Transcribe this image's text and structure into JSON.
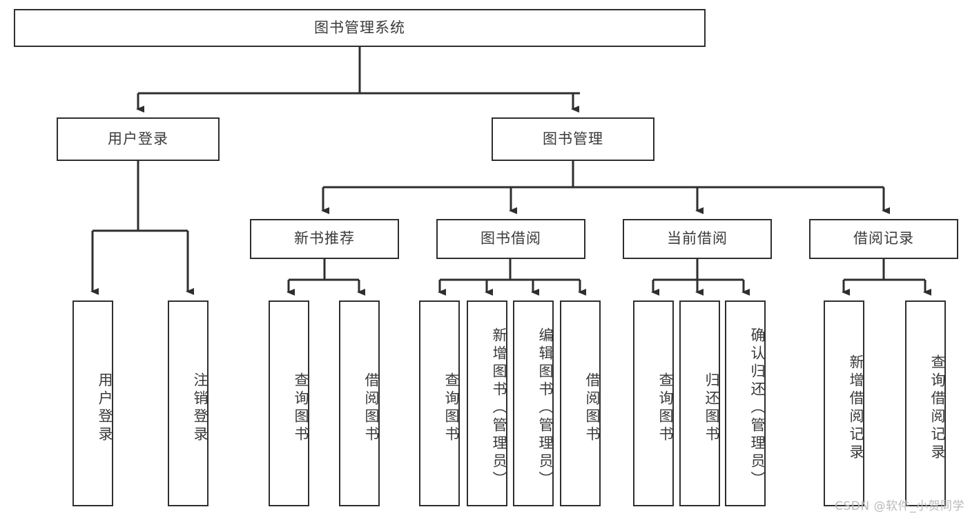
{
  "diagram": {
    "title": "图书管理系统",
    "type": "tree-hierarchy-diagram",
    "root": {
      "label": "图书管理系统"
    },
    "level2": [
      {
        "label": "用户登录"
      },
      {
        "label": "图书管理"
      }
    ],
    "level3": [
      {
        "label": "新书推荐"
      },
      {
        "label": "图书借阅"
      },
      {
        "label": "当前借阅"
      },
      {
        "label": "借阅记录"
      }
    ],
    "leaves": [
      {
        "label": "用户登录",
        "parent": "用户登录"
      },
      {
        "label": "注销登录",
        "parent": "用户登录"
      },
      {
        "label": "查询图书",
        "parent": "新书推荐"
      },
      {
        "label": "借阅图书",
        "parent": "新书推荐"
      },
      {
        "label": "查询图书",
        "parent": "图书借阅"
      },
      {
        "label": "新增图书（管理员）",
        "parent": "图书借阅"
      },
      {
        "label": "编辑图书（管理员）",
        "parent": "图书借阅"
      },
      {
        "label": "借阅图书",
        "parent": "图书借阅"
      },
      {
        "label": "查询图书",
        "parent": "当前借阅"
      },
      {
        "label": "归还图书",
        "parent": "当前借阅"
      },
      {
        "label": "确认归还（管理员）",
        "parent": "当前借阅"
      },
      {
        "label": "新增借阅记录",
        "parent": "借阅记录"
      },
      {
        "label": "查询借阅记录",
        "parent": "借阅记录"
      }
    ],
    "watermark": "CSDN @软件_小贺同学",
    "colors": {
      "background": "#ffffff",
      "box_border": "#2e2e2e",
      "box_fill": "#ffffff",
      "text": "#3a3a3a",
      "connector": "#2e2e2e",
      "watermark": "#b9b9b9"
    }
  }
}
